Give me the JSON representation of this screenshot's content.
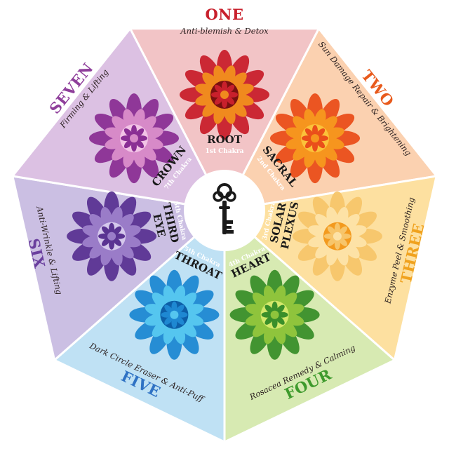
{
  "segments": [
    {
      "number": "ONE",
      "benefit": "Anti-blemish & Detox",
      "chakra": [
        "ROOT"
      ],
      "chakra_sub": "1st Chakra",
      "fill": "#f2c4c6",
      "accent": "#c8202c",
      "mandala": [
        "#c8202c",
        "#f08a1e",
        "#7a1010"
      ]
    },
    {
      "number": "TWO",
      "benefit": "Sun Damage Repair & Brightening",
      "chakra": [
        "SACRAL"
      ],
      "chakra_sub": "2nd Chakra",
      "fill": "#fbd1b0",
      "accent": "#e85a1c",
      "mandala": [
        "#ea4e1a",
        "#f6951e",
        "#fbc23a"
      ]
    },
    {
      "number": "THREE",
      "benefit": "Enzyme Peel & Smoothing",
      "chakra": [
        "SOLAR",
        "PLEXUS"
      ],
      "chakra_sub": "3rd Chakra",
      "fill": "#fde0a0",
      "accent": "#f0a21e",
      "mandala": [
        "#f7c56a",
        "#fde2a6",
        "#f39a1e"
      ]
    },
    {
      "number": "FOUR",
      "benefit": "Rosacea Remedy & Calming",
      "chakra": [
        "HEART"
      ],
      "chakra_sub": "4th Chakra",
      "fill": "#d7eab2",
      "accent": "#3e9a2c",
      "mandala": [
        "#3a8f2a",
        "#8fc43c",
        "#d3e86a"
      ]
    },
    {
      "number": "FIVE",
      "benefit": "Dark Circle Eraser & Anti-Puff",
      "chakra": [
        "THROAT"
      ],
      "chakra_sub": "5th Chakra",
      "fill": "#bfe1f4",
      "accent": "#2f72c4",
      "mandala": [
        "#1e88d2",
        "#55c6ef",
        "#0d5fa8"
      ]
    },
    {
      "number": "SIX",
      "benefit": "Anti-Wrinkle & Lifting",
      "chakra": [
        "THIRD",
        "EYE"
      ],
      "chakra_sub": "6th Chakra",
      "fill": "#cbbfe3",
      "accent": "#6a3f9e",
      "mandala": [
        "#5a3392",
        "#9a7cc8",
        "#d5c8ec"
      ]
    },
    {
      "number": "SEVEN",
      "benefit": "Firming & Lifting",
      "chakra": [
        "CROWN"
      ],
      "chakra_sub": "7th Chakra",
      "fill": "#dcc1e3",
      "accent": "#8e3e9a",
      "mandala": [
        "#8a2f94",
        "#d78ac8",
        "#f2c4e6"
      ]
    }
  ],
  "center": {
    "icon": "key-icon"
  },
  "colors": {
    "center_fill": "#ffffff",
    "divider": "#ffffff"
  }
}
